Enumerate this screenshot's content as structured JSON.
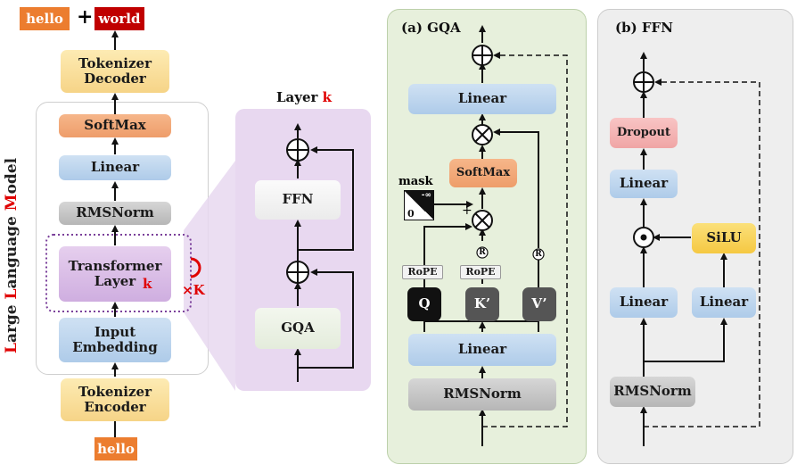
{
  "llm": {
    "title_parts": [
      "L",
      "arge ",
      "L",
      "anguage ",
      "M",
      "odel"
    ],
    "out_token_1": "hello",
    "plus": "+",
    "out_token_2": "world",
    "tokenizer_decoder": "Tokenizer\nDecoder",
    "softmax": "SoftMax",
    "linear": "Linear",
    "rmsnorm": "RMSNorm",
    "transformer_layer": "Transformer\nLayer",
    "transformer_k": "k",
    "repeat_label": "×K",
    "input_embedding": "Input\nEmbedding",
    "tokenizer_encoder": "Tokenizer\nEncoder",
    "in_token": "hello"
  },
  "layer": {
    "title": "Layer",
    "title_k": "k",
    "ffn": "FFN",
    "gqa": "GQA"
  },
  "gqa": {
    "title": "(a) GQA",
    "linear_top": "Linear",
    "softmax": "SoftMax",
    "mask_label": "mask",
    "mask_top": "-∞",
    "mask_bottom": "0",
    "plus_label": "+",
    "rope_1": "RoPE",
    "rope_2": "RoPE",
    "q": "Q",
    "k": "K’",
    "v": "V’",
    "r_symbol": "R",
    "linear_bottom": "Linear",
    "rmsnorm": "RMSNorm"
  },
  "ffn": {
    "title": "(b) FFN",
    "dropout": "Dropout",
    "linear_top": "Linear",
    "silu": "SiLU",
    "linear_left": "Linear",
    "linear_right": "Linear",
    "rmsnorm": "RMSNorm"
  },
  "colors": {
    "red_accent": "#e00000",
    "purple_panel": "#e8d8f0",
    "green_panel": "#e7f0dc",
    "grey_panel": "#eeeeee",
    "hello_tag": "#ec7d2f",
    "world_tag": "#c00000"
  }
}
